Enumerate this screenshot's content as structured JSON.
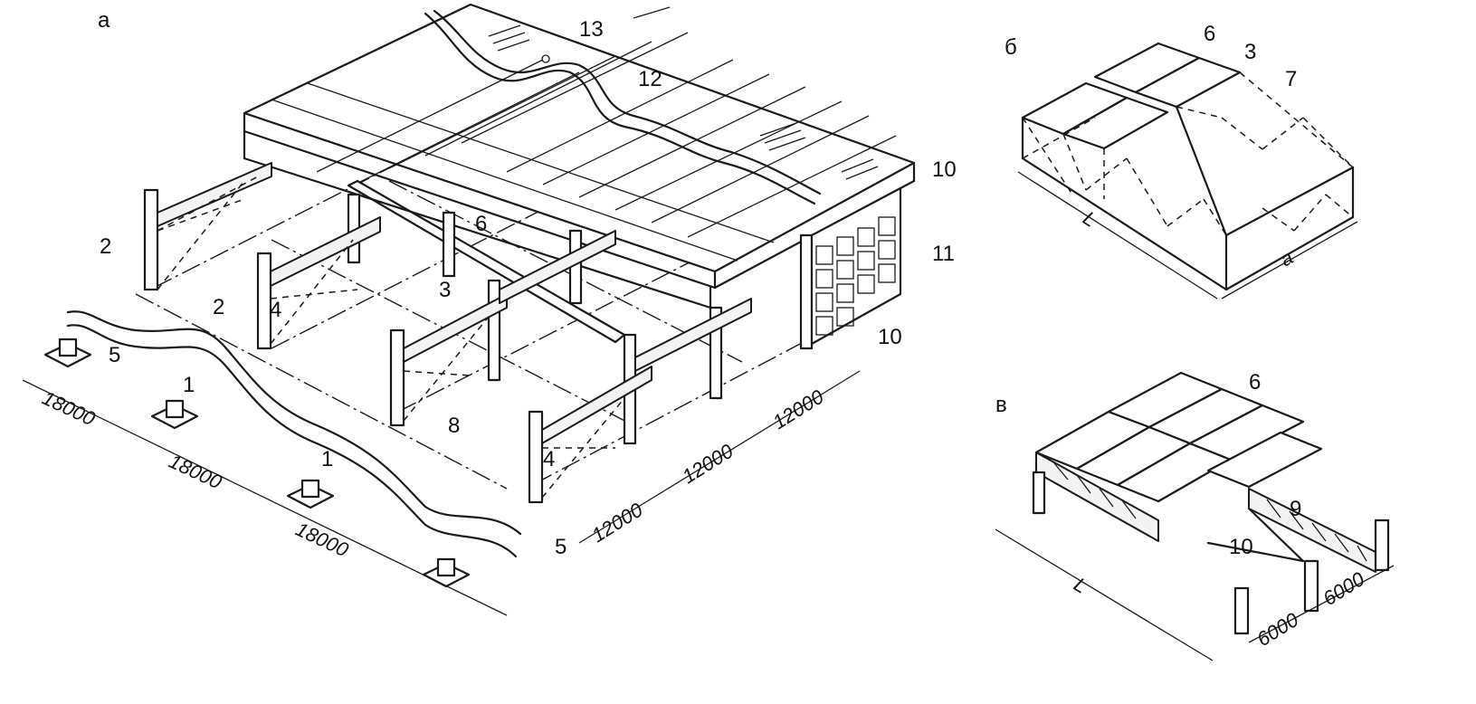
{
  "panels": {
    "a": "а",
    "b": "б",
    "v": "в"
  },
  "labels_a": [
    "13",
    "12",
    "10",
    "11",
    "6",
    "2",
    "2",
    "4",
    "3",
    "10",
    "5",
    "1",
    "1",
    "8",
    "4",
    "5"
  ],
  "labels_b": [
    "6",
    "3",
    "7"
  ],
  "labels_v": [
    "6",
    "9",
    "10"
  ],
  "dims_a": [
    "18000",
    "18000",
    "18000",
    "12000",
    "12000",
    "12000"
  ],
  "dims_b": [
    "L",
    "a"
  ],
  "dims_v": [
    "L",
    "6000",
    "6000"
  ]
}
